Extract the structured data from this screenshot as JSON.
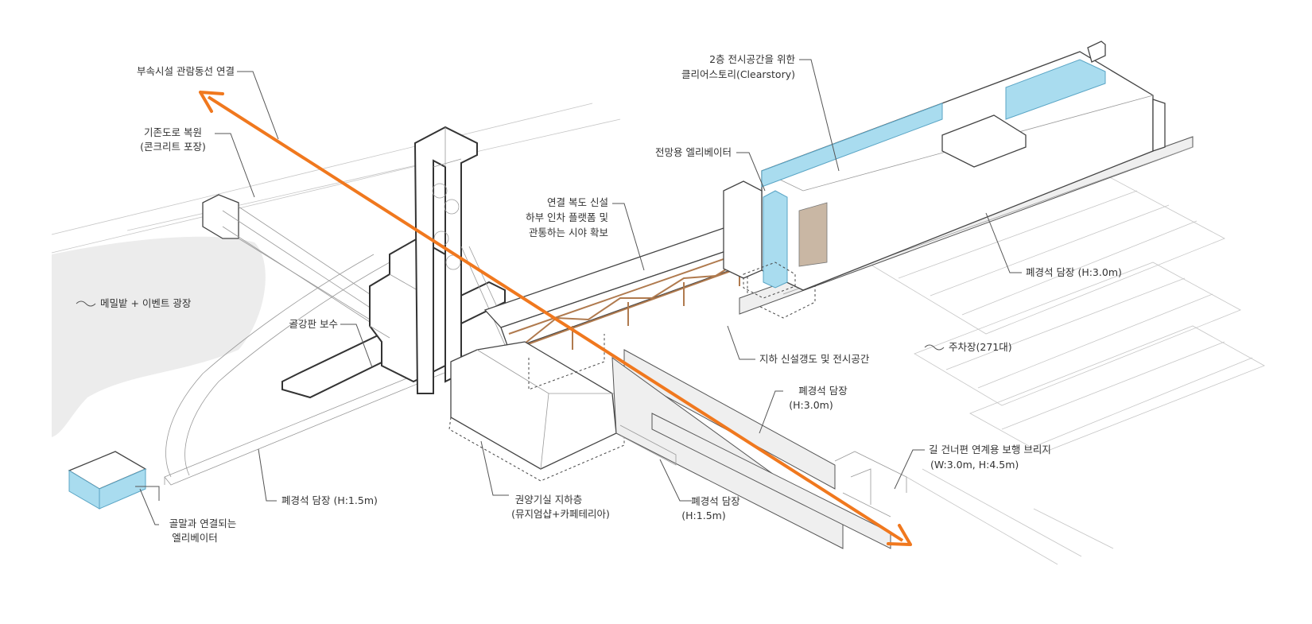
{
  "labels": {
    "tour_route": "부속시설 관람동선 연결",
    "road_1": "기존도로 복원",
    "road_2": "(콘크리트 포장)",
    "plaza": "메밀밭 + 이벤트 광장",
    "repair": "골강판 보수",
    "wall_left": "폐경석 담장 (H:1.5m)",
    "elev_left_1": "골말과 연결되는",
    "elev_left_2": "엘리베이터",
    "hoist_1": "권양기실 지하층",
    "hoist_2": "(뮤지엄샵+카페테리아)",
    "wall_mid_1": "폐경석 담장",
    "wall_mid_2": "(H:1.5m)",
    "corridor_1": "연결 복도 신설",
    "corridor_2": "하부 인차 플랫폼 및",
    "corridor_3": "관통하는 시야 확보",
    "clear_1": "2층 전시공간을 위한",
    "clear_2": "클리어스토리(Clearstory)",
    "view_elev": "전망용 엘리베이터",
    "wall_right": "폐경석 담장 (H:3.0m)",
    "underground": "지하 신설갱도 및 전시공간",
    "parking": "주차장(271대)",
    "wall_center_1": "폐경석 담장",
    "wall_center_2": "(H:3.0m)",
    "bridge_1": "길 건너편 연계용 보행 브리지",
    "bridge_2": "(W:3.0m, H:4.5m)"
  },
  "colors": {
    "route": "#f0781e",
    "glass": "#a9dcef",
    "truss": "#b07a4e",
    "plaza": "#ececec"
  }
}
